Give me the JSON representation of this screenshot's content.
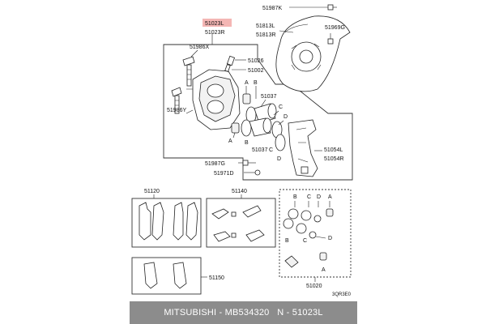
{
  "labels": {
    "main_hl": "51023L",
    "main_r": "51023R",
    "p51987K": "51987K",
    "p51813L": "51813L",
    "p51813R": "51813R",
    "p51969G": "51969G",
    "p51986X": "51986X",
    "p51026": "51026",
    "p51002": "51002",
    "p51037a": "51037",
    "p51037b": "51037",
    "p51986Y": "51986Y",
    "p51054L": "51054L",
    "p51054R": "51054R",
    "p51987G": "51987G",
    "p51971D": "51971D",
    "p51120": "51120",
    "p51140": "51140",
    "p51150": "51150",
    "p51020": "51020",
    "code": "3QR3E0",
    "A": "A",
    "B": "B",
    "C": "C",
    "D": "D"
  },
  "colors": {
    "highlight": "#f4b6b4",
    "footer_bg": "#8c8c8c"
  },
  "footer": {
    "brand": "MITSUBISHI",
    "sep1": " - ",
    "part": "MB534320",
    "sep2": "   N - ",
    "ref": "51023L"
  }
}
